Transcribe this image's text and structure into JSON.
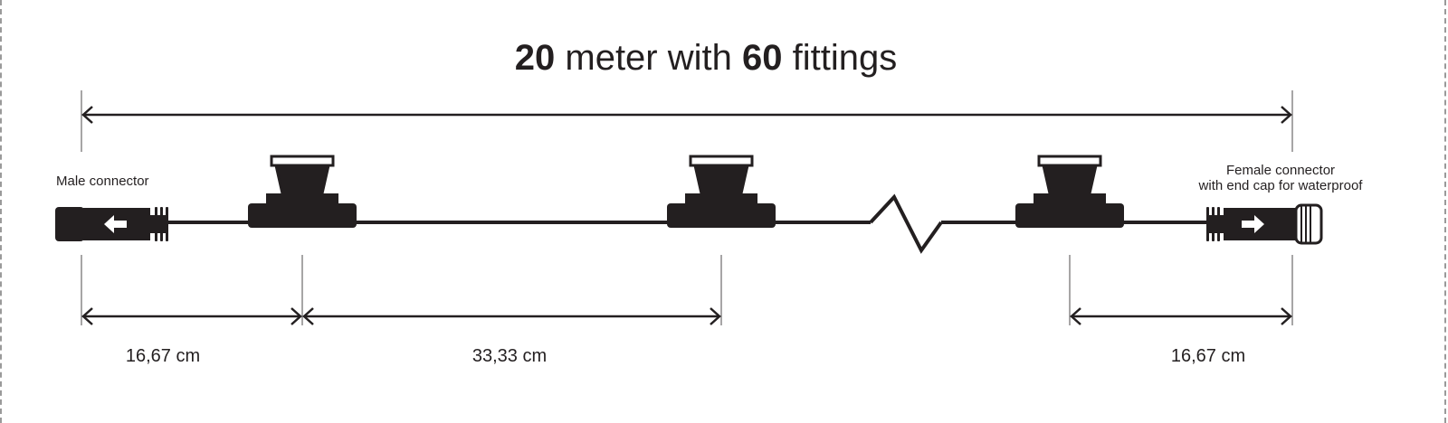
{
  "title": {
    "length_value": "20",
    "length_text": "meter with",
    "fittings_value": "60",
    "fittings_text": "fittings"
  },
  "labels": {
    "male_connector": "Male connector",
    "female_connector_line1": "Female connector",
    "female_connector_line2": "with end cap for waterproof"
  },
  "measurements": {
    "first_spacing": "16,67 cm",
    "middle_spacing": "33,33 cm",
    "last_spacing": "16,67 cm"
  },
  "colors": {
    "ink": "#231f20",
    "border_dash": "#9a9a9a"
  },
  "icons": {
    "male_arrow": "arrow-left-icon",
    "female_arrow": "arrow-right-icon"
  }
}
